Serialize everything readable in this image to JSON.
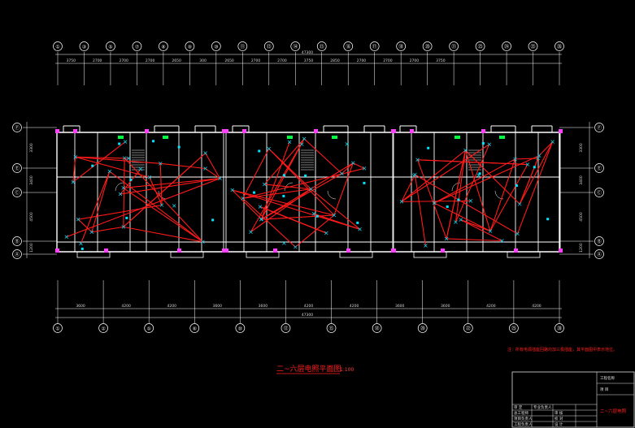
{
  "drawing": {
    "title": "二~六层电照平面图",
    "scale": "1:100",
    "note": "注：所有电源插座回路均加三极插座，其平面图中表示地位。",
    "overall_dim_top": "47300",
    "overall_dim_bottom": "47300"
  },
  "axes_top": [
    "①",
    "③",
    "⑤",
    "⑦",
    "⑧",
    "⑨",
    "⑩",
    "⑪",
    "⑬",
    "⑭",
    "⑮",
    "⑯",
    "⑰",
    "⑱",
    "⑳",
    "㉑",
    "㉓",
    "㉔",
    "㉕",
    "㉖"
  ],
  "axes_bottom": [
    "①",
    "②",
    "⑤",
    "⑧",
    "⑩",
    "⑫",
    "⑮",
    "⑱",
    "⑳",
    "㉒",
    "㉕",
    "㉘"
  ],
  "axes_left": [
    "Ⓕ",
    "Ⓔ",
    "Ⓒ",
    "Ⓑ",
    "Ⓐ"
  ],
  "axes_right": [
    "Ⓕ",
    "Ⓔ",
    "Ⓒ",
    "Ⓑ",
    "Ⓐ"
  ],
  "dims_top": [
    "3750",
    "2700",
    "2700",
    "2700",
    "2650",
    "300",
    "2650",
    "2700",
    "2700",
    "3750",
    "2850",
    "2700",
    "2700",
    "2700",
    "3750"
  ],
  "dims_bottom": [
    "3600",
    "4200",
    "4200",
    "3600",
    "3600",
    "4200",
    "4200",
    "3600",
    "3600",
    "4200",
    "4200",
    "3600"
  ],
  "dims_left": [
    "3300",
    "3400",
    "4500",
    "1200"
  ],
  "dims_right": [
    "3300",
    "3400",
    "4500",
    "1200"
  ],
  "title_block": {
    "project_label": "工程名称",
    "item_label": "项 目",
    "rows": [
      [
        "审  定",
        "专业负责人"
      ],
      [
        "总工程师",
        "审  核"
      ],
      [
        "项目负责人",
        "校  对"
      ],
      [
        "工程负责人",
        "设  计"
      ]
    ],
    "drawing_name": "二~六层电照"
  },
  "colors": {
    "background": "#000000",
    "walls": "#ffffff",
    "wiring": "#ff1a1a",
    "fixtures": "#00e5ff",
    "panels": "#ff40ff",
    "green_boxes": "#00ff40",
    "axis": "#ffffff"
  }
}
